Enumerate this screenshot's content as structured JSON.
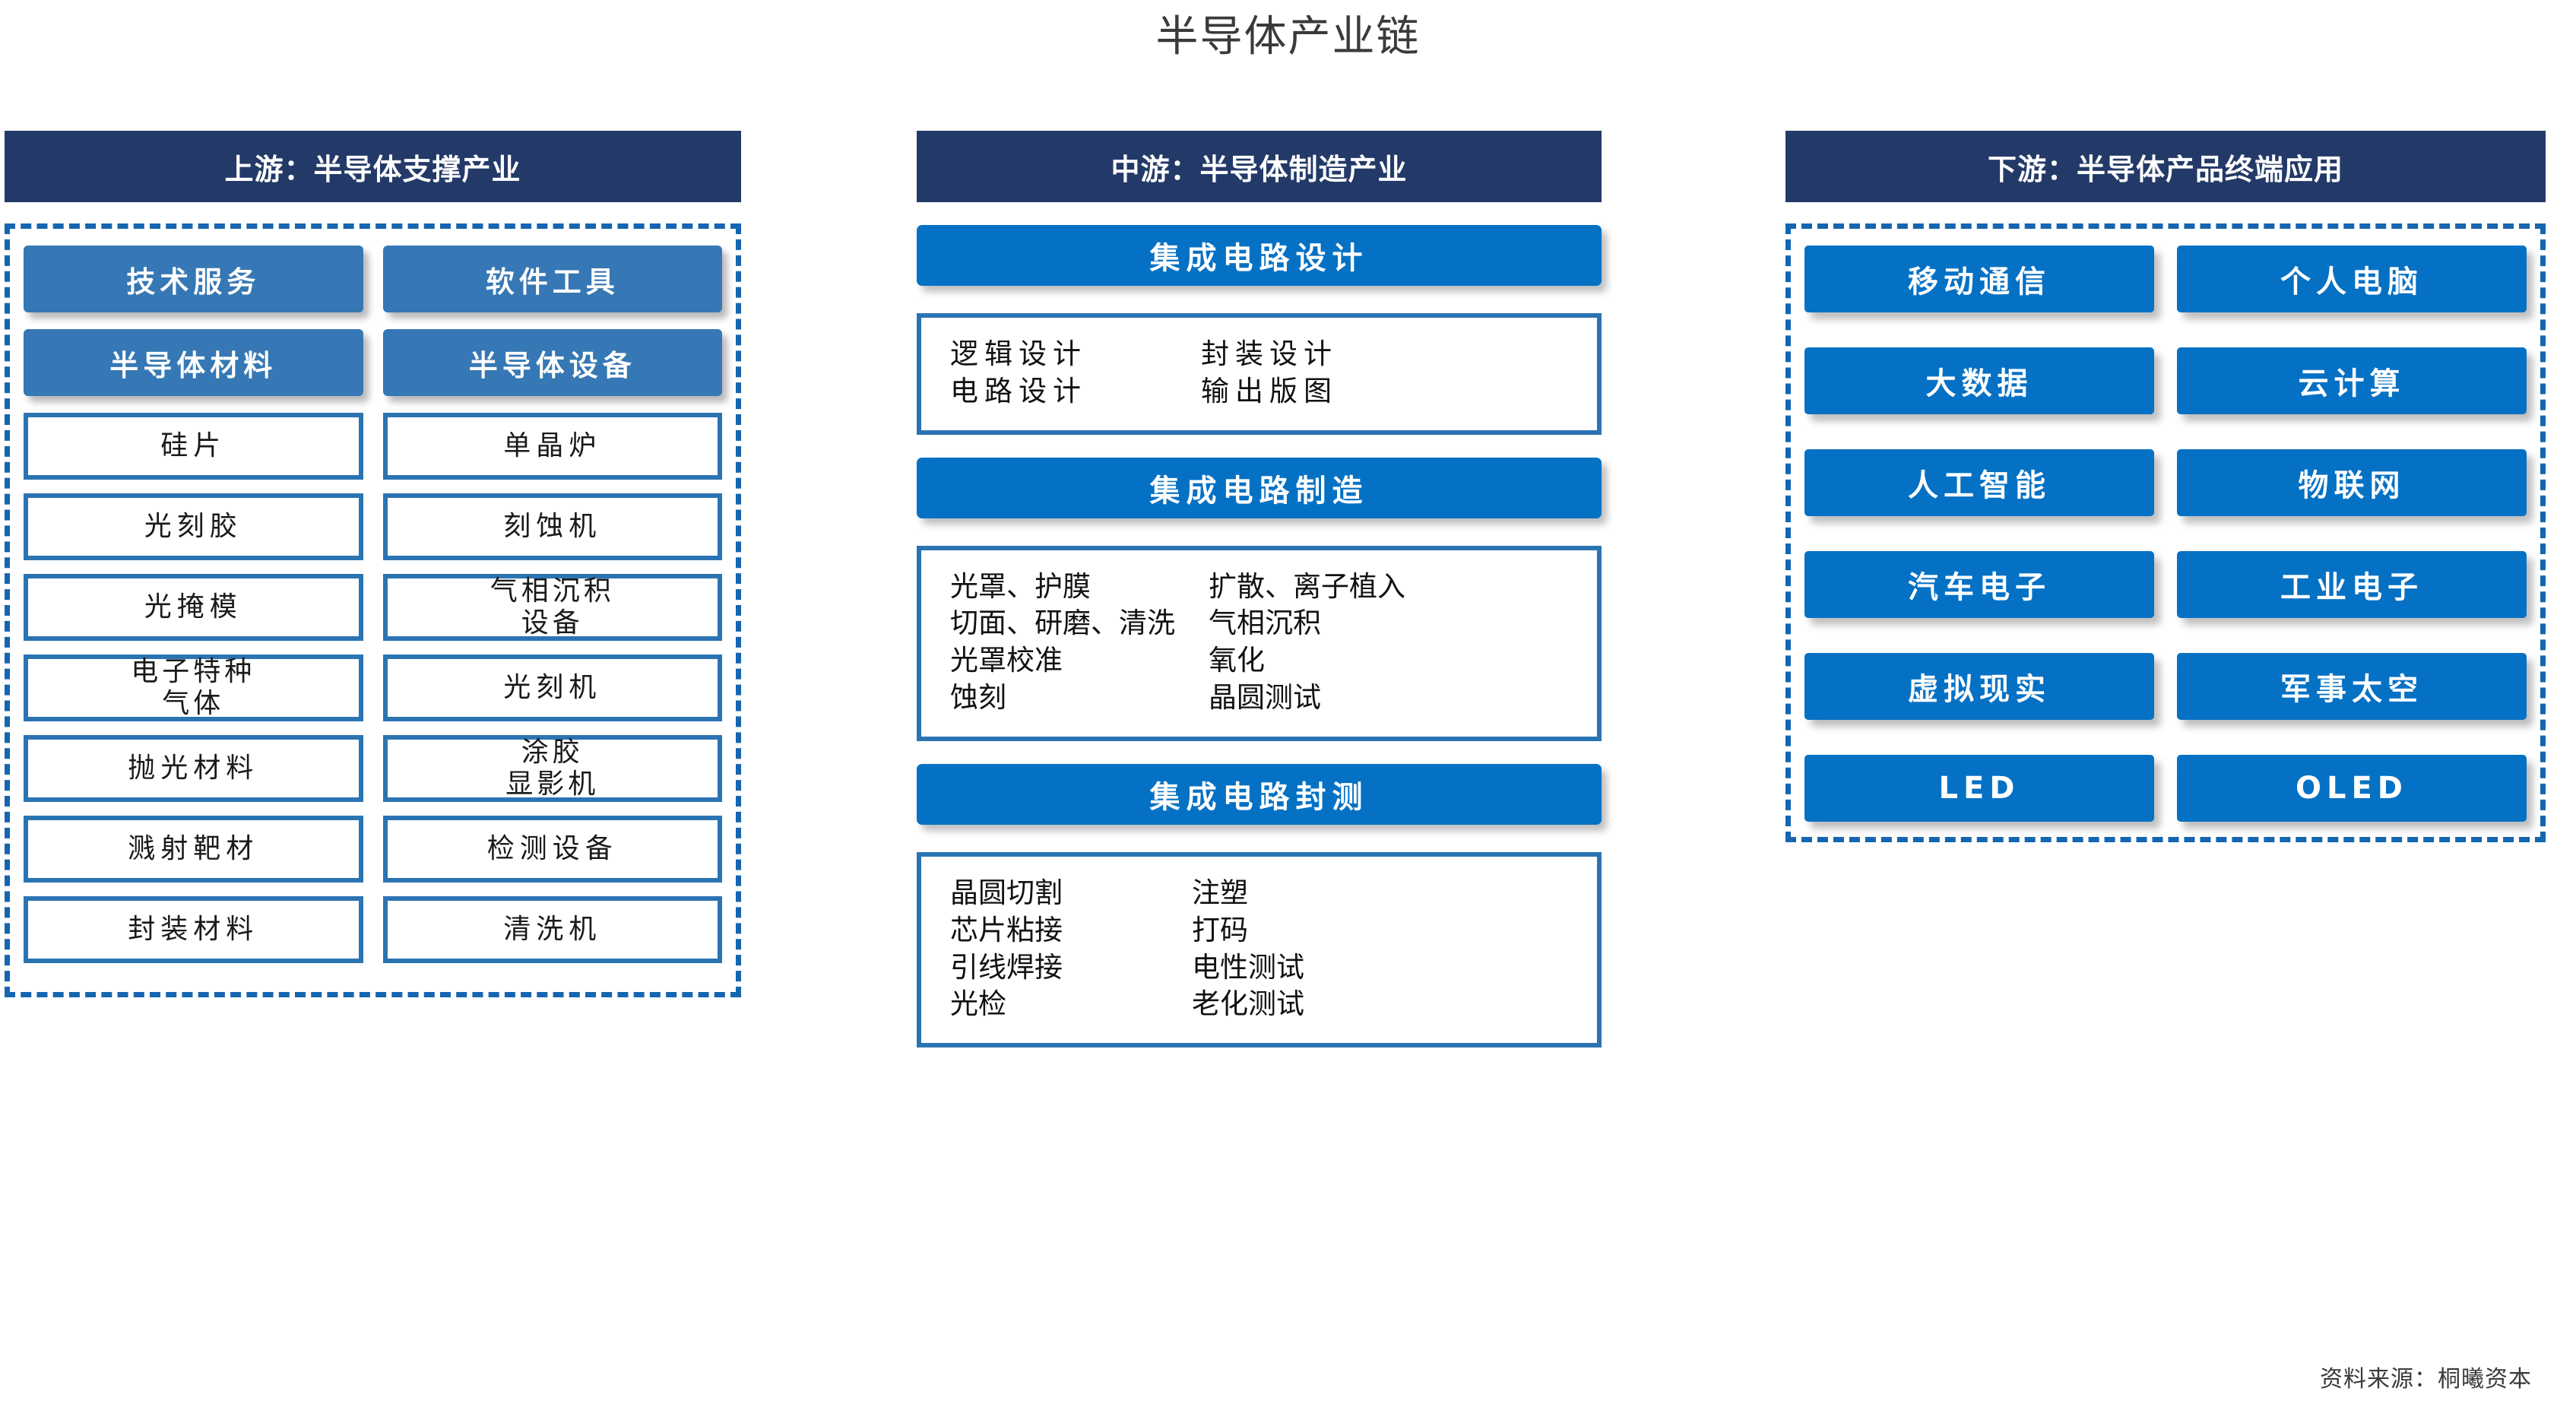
{
  "title": "半导体产业链",
  "source_note": "资料来源：桐曦资本",
  "colors": {
    "header_navy": "#233A68",
    "tile_blue_muted": "#3578B5",
    "tile_blue_bright": "#0571C4",
    "outline_blue": "#2B74B3",
    "dashed_blue": "#1565B0",
    "text_dark": "#3A3A3A"
  },
  "upstream": {
    "header": "上游：半导体支撑产业",
    "left_column": {
      "tiles": [
        "技术服务",
        "半导体材料"
      ],
      "items": [
        "硅片",
        "光刻胶",
        "光掩模",
        "电子特种\n气体",
        "抛光材料",
        "溅射靶材",
        "封装材料"
      ]
    },
    "right_column": {
      "tiles": [
        "软件工具",
        "半导体设备"
      ],
      "items": [
        "单晶炉",
        "刻蚀机",
        "气相沉积\n设备",
        "光刻机",
        "涂胶\n显影机",
        "检测设备",
        "清洗机"
      ]
    }
  },
  "midstream": {
    "header": "中游：半导体制造产业",
    "sections": [
      {
        "band": "集成电路设计",
        "rows": [
          {
            "left": "逻辑设计",
            "right": "封装设计"
          },
          {
            "left": "电路设计",
            "right": "输出版图"
          }
        ]
      },
      {
        "band": "集成电路制造",
        "rows": [
          {
            "left": "光罩、护膜",
            "right": "扩散、离子植入"
          },
          {
            "left": "切面、研磨、清洗",
            "right": "气相沉积"
          },
          {
            "left": "光罩校准",
            "right": "氧化"
          },
          {
            "left": "蚀刻",
            "right": "晶圆测试"
          }
        ]
      },
      {
        "band": "集成电路封测",
        "rows": [
          {
            "left": "晶圆切割",
            "right": "注塑"
          },
          {
            "left": "芯片粘接",
            "right": "打码"
          },
          {
            "left": "引线焊接",
            "right": "电性测试"
          },
          {
            "left": "光检",
            "right": "老化测试"
          }
        ]
      }
    ]
  },
  "downstream": {
    "header": "下游：半导体产品终端应用",
    "items": [
      "移动通信",
      "个人电脑",
      "大数据",
      "云计算",
      "人工智能",
      "物联网",
      "汽车电子",
      "工业电子",
      "虚拟现实",
      "军事太空",
      "LED",
      "OLED"
    ]
  }
}
